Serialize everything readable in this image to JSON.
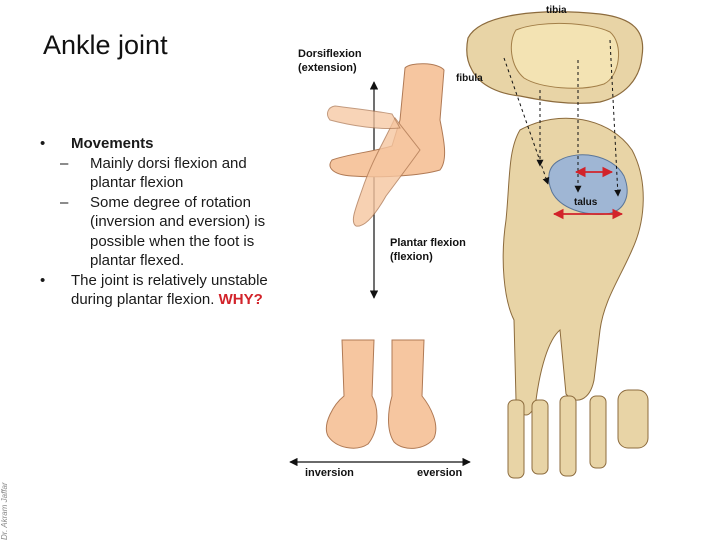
{
  "slide": {
    "title": "Ankle joint",
    "bullets": [
      {
        "text": "Movements",
        "subitems": [
          "Mainly dorsi flexion and plantar flexion",
          "Some degree of rotation (inversion and eversion) is possible when the foot is plantar flexed."
        ]
      },
      {
        "text": "The joint is relatively unstable during plantar flexion.",
        "emphasis": "WHY?"
      }
    ],
    "bullet_glyph": "•",
    "dash_glyph": "–"
  },
  "figure": {
    "labels": {
      "dorsiflexion": "Dorsiflexion",
      "dorsiflexion_sub": "(extension)",
      "plantar_flexion": "Plantar flexion",
      "plantar_flexion_sub": "(flexion)",
      "inversion": "inversion",
      "eversion": "eversion",
      "tibia": "tibia",
      "fibula": "fibula",
      "talus": "talus"
    }
  },
  "credit": "Dr. Akram Jaffar",
  "colors": {
    "emphasis": "#d2232a",
    "bone": "#e8d4a6",
    "cartilage": "#9fb6d4",
    "skin": "#f6c6a0"
  }
}
